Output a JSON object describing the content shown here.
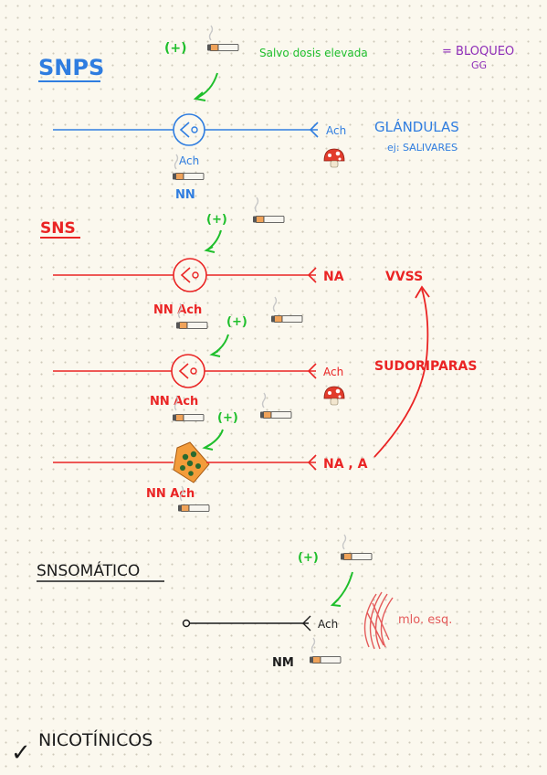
{
  "colors": {
    "blue": "#2f7de0",
    "red": "#ea2424",
    "green": "#1fbf2c",
    "purple": "#8e2db8",
    "black": "#1b1b1b",
    "pink": "#e45a5a"
  },
  "icons": [
    "cigarette-icon",
    "mushroom-icon",
    "ganglion-cluster-icon",
    "muscle-icon"
  ],
  "snps": {
    "title": "SNPS",
    "plus": "(+)",
    "note_main": "Salvo dosis elevada",
    "note_result_1": "= BLOQUEO",
    "note_result_2": "GG",
    "ach_ganglion": "Ach",
    "nn": "NN",
    "ach_end": "Ach",
    "target_1": "GLÁNDULAS",
    "target_2": "ej: SALIVARES"
  },
  "sns": {
    "title": "SNS",
    "plus_1": "(+)",
    "plus_2": "(+)",
    "plus_3": "(+)",
    "row1_receptor": "NN Ach",
    "row1_end": "NA",
    "row1_target": "VVSS",
    "row2_receptor": "NN Ach",
    "row2_end": "Ach",
    "row2_target": "SUDORIPARAS",
    "row3_receptor": "NN  Ach",
    "row3_end": "NA , A"
  },
  "somatic": {
    "title": "SNSOMÁTICO",
    "plus": "(+)",
    "end": "Ach",
    "target": "mlo. esq.",
    "receptor": "NM"
  },
  "footer": {
    "check": "✓",
    "label": "NICOTÍNICOS"
  }
}
